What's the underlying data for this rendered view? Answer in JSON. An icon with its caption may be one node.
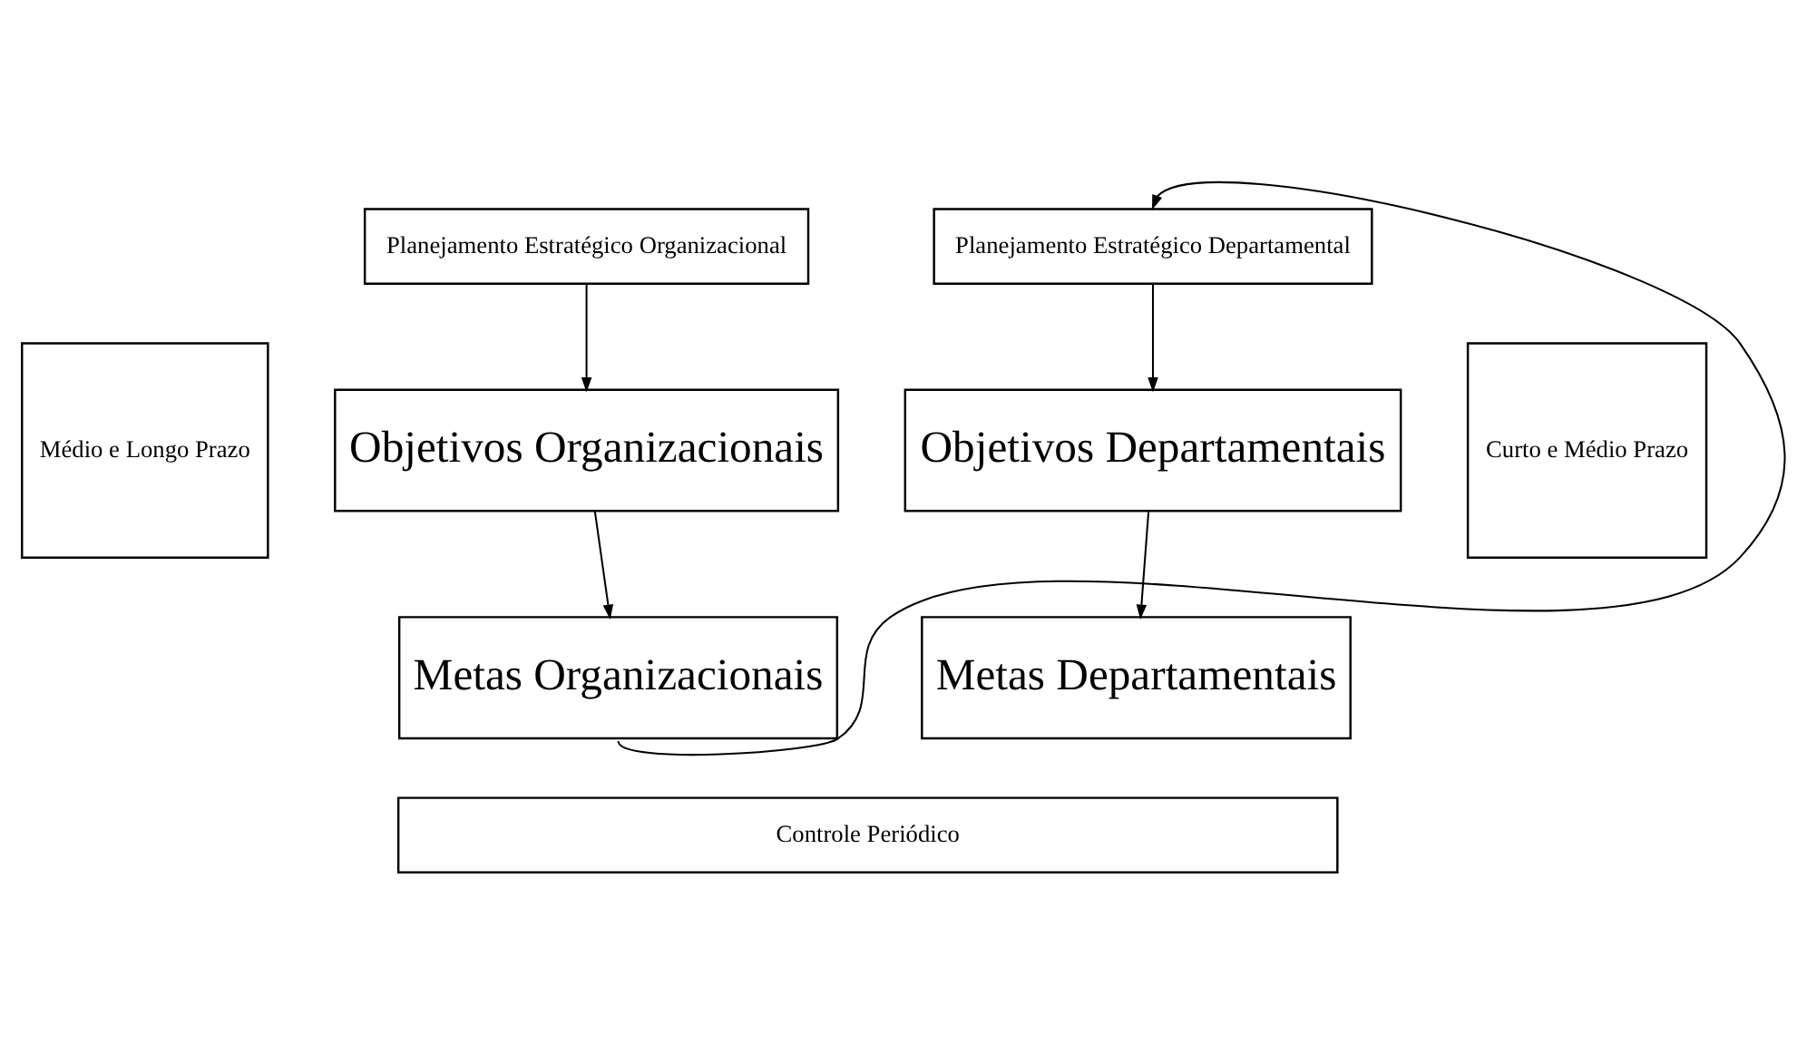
{
  "diagram": {
    "nodes": [
      {
        "text": [
          "Médio e Longo Prazo"
        ]
      },
      {
        "text": [
          "Planejamento Estratégico Organizacional"
        ]
      },
      {
        "text": [
          "Objetivos Organizacionais"
        ]
      },
      {
        "text": [
          "Metas Organizacionais"
        ]
      },
      {
        "text": [
          "Planejamento Estratégico Departamental"
        ]
      },
      {
        "text": [
          "Objetivos Departamentais"
        ]
      },
      {
        "text": [
          "Metas Departamentais"
        ]
      },
      {
        "text": [
          "Curto e Médio Prazo"
        ]
      },
      {
        "text": [
          "Controle Periódico"
        ]
      }
    ],
    "edges": [
      {
        "from": 1,
        "to": 2,
        "arrow": "to"
      },
      {
        "from": 2,
        "to": 3,
        "arrow": "to"
      },
      {
        "from": 3,
        "to": 4,
        "arrow": "to"
      },
      {
        "from": 4,
        "to": 5,
        "arrow": "to"
      },
      {
        "from": 5,
        "to": 6,
        "arrow": "to"
      }
    ]
  }
}
